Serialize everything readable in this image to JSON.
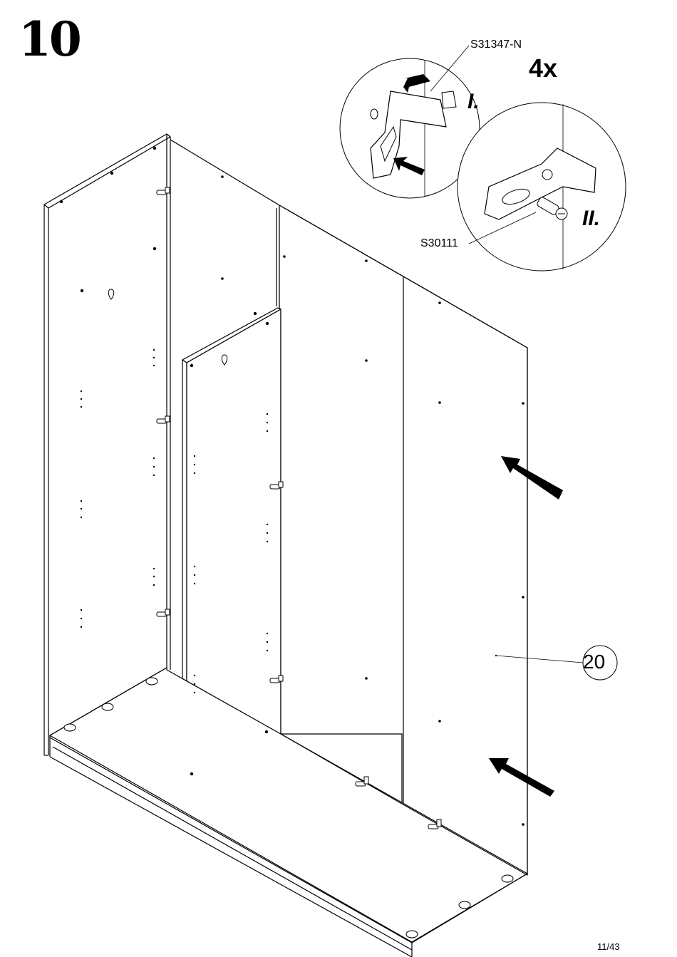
{
  "step": {
    "number": "10"
  },
  "detail": {
    "quantity": "4x",
    "part_connector": "S31347-N",
    "part_screw": "S30111",
    "substep_1": "I.",
    "substep_2": "II."
  },
  "panel": {
    "number": "20"
  },
  "footer": {
    "page": "11/43"
  }
}
